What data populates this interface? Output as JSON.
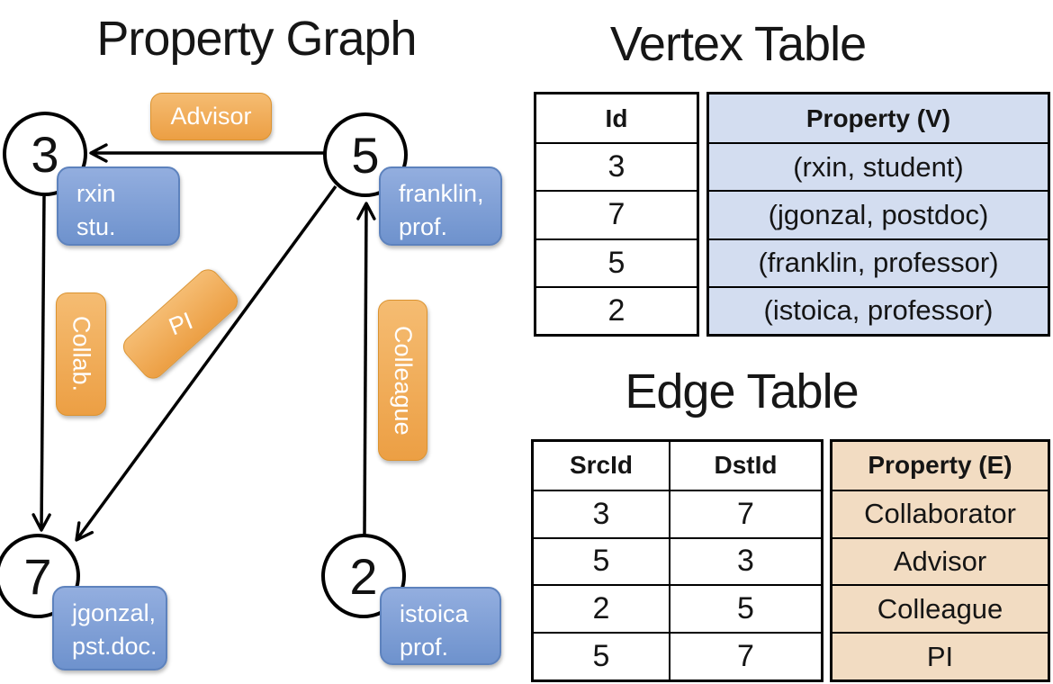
{
  "graph": {
    "title": "Property Graph",
    "nodes": [
      {
        "id": "3",
        "line1": "rxin",
        "line2": "stu."
      },
      {
        "id": "5",
        "line1": "franklin,",
        "line2": "prof."
      },
      {
        "id": "7",
        "line1": "jgonzal,",
        "line2": "pst.doc."
      },
      {
        "id": "2",
        "line1": "istoica",
        "line2": "prof."
      }
    ],
    "edge_labels": {
      "advisor": "Advisor",
      "collab": "Collab.",
      "pi": "PI",
      "colleague": "Colleague"
    }
  },
  "vertex_table": {
    "title": "Vertex Table",
    "columns": [
      "Id",
      "Property (V)"
    ],
    "rows": [
      [
        "3",
        "(rxin, student)"
      ],
      [
        "7",
        "(jgonzal, postdoc)"
      ],
      [
        "5",
        "(franklin, professor)"
      ],
      [
        "2",
        "(istoica, professor)"
      ]
    ]
  },
  "edge_table": {
    "title": "Edge Table",
    "columns": [
      "SrcId",
      "DstId",
      "Property (E)"
    ],
    "rows": [
      [
        "3",
        "7",
        "Collaborator"
      ],
      [
        "5",
        "3",
        "Advisor"
      ],
      [
        "2",
        "5",
        "Colleague"
      ],
      [
        "5",
        "7",
        "PI"
      ]
    ]
  },
  "colors": {
    "orange_from": "#F5BC72",
    "orange_to": "#EC9F44",
    "orange_border": "#DB9330",
    "blue_from": "#93AEDF",
    "blue_to": "#6E92CD",
    "blue_border": "#5D82BD",
    "vertex_fill": "#D3DDF0",
    "edge_fill": "#F2DCC2",
    "edge_line": "#000000"
  }
}
